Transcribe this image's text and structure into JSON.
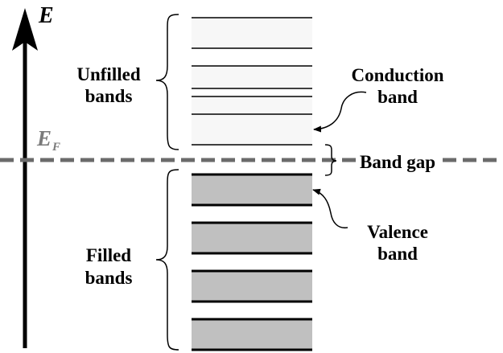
{
  "axis": {
    "energy_label": "E",
    "fermi_label": "E",
    "fermi_subscript": "F"
  },
  "labels": {
    "unfilled_line1": "Unfilled",
    "unfilled_line2": "bands",
    "filled_line1": "Filled",
    "filled_line2": "bands",
    "conduction_line1": "Conduction",
    "conduction_line2": "band",
    "band_gap": "Band gap",
    "valence_line1": "Valence",
    "valence_line2": "band"
  },
  "colors": {
    "axis": "#000000",
    "fermi_line": "#6b6b6b",
    "fermi_label": "#7a7a7a",
    "unfilled_fill": "#f7f7f7",
    "filled_fill": "#c0c0c0"
  }
}
